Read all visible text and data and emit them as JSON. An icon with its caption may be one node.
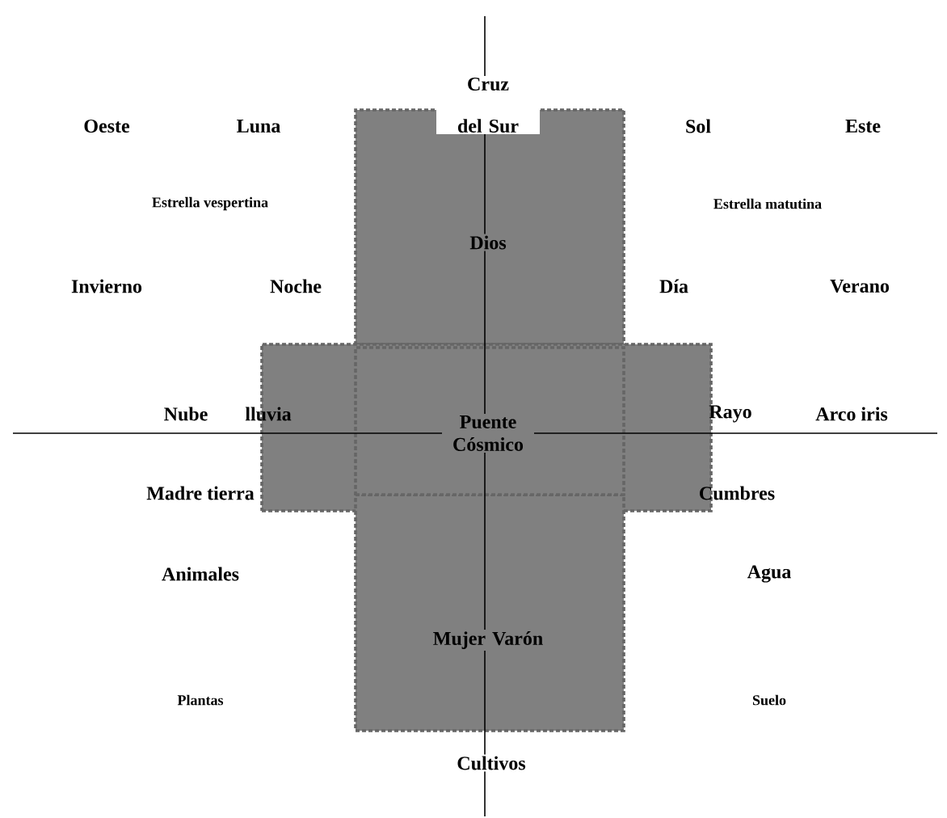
{
  "diagram": {
    "nodes": [
      {
        "text": [
          "Dios"
        ]
      },
      {
        "text": [],
        "shape": "box"
      },
      {
        "text": [
          "Puente Cósmico"
        ],
        "in": 1
      },
      {
        "text": [
          "Mujer Varón"
        ]
      }
    ],
    "edges": [],
    "labels": [
      "Cruz del Sur",
      "Oeste",
      "Luna",
      "Sol",
      "Este",
      "Estrella vespertina",
      "Estrella matutina",
      "Invierno",
      "Noche",
      "Día",
      "Verano",
      "Nube",
      "lluvia",
      "Rayo",
      "Arco iris",
      "Madre tierra",
      "Cumbres",
      "Animales",
      "Agua",
      "Plantas",
      "Suelo",
      "Cultivos"
    ]
  }
}
